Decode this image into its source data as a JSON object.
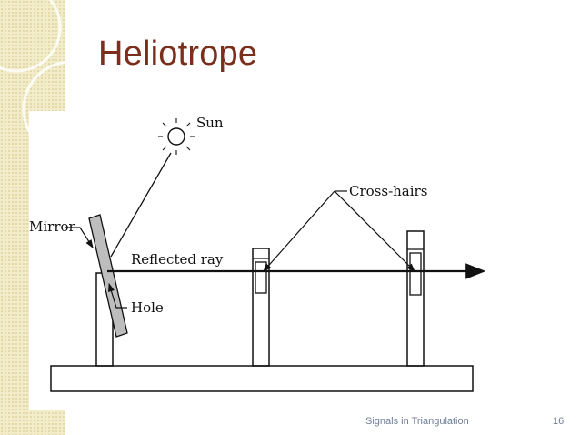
{
  "slide": {
    "title": "Heliotrope",
    "footer": "Signals in Triangulation",
    "page_number": "16"
  },
  "diagram": {
    "labels": {
      "sun": "Sun",
      "mirror": "Mirror",
      "reflected_ray": "Reflected ray",
      "cross_hairs": "Cross-hairs",
      "hole": "Hole"
    }
  },
  "colors": {
    "title": "#7a2e1c",
    "band": "#f2ecc8",
    "footer": "#6f7f95"
  }
}
